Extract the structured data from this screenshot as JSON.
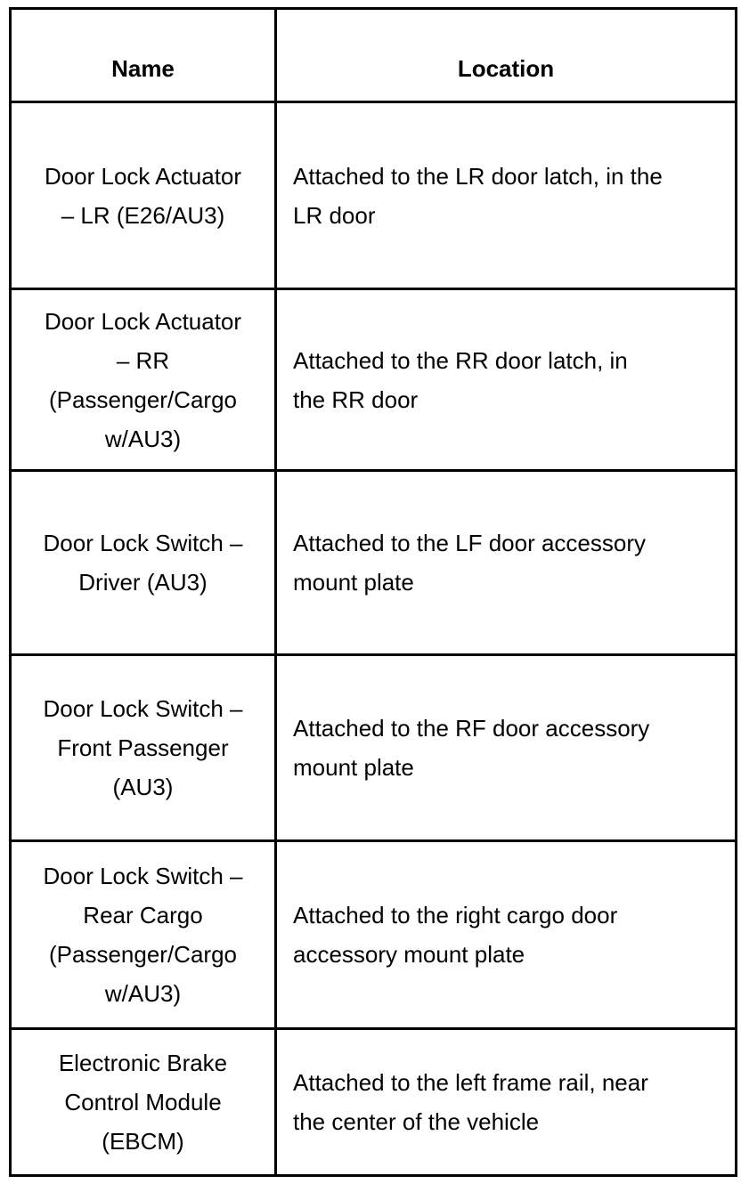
{
  "page": {
    "background_color": "#ffffff",
    "border_color": "#000000",
    "text_color": "#000000"
  },
  "table": {
    "headers": {
      "name": "Name",
      "location": "Location"
    },
    "rows": [
      {
        "name": "Door Lock Actuator\n– LR (E26/AU3)",
        "location": "Attached to the LR door latch, in the\nLR door"
      },
      {
        "name": "Door Lock Actuator\n– RR\n(Passenger/Cargo\nw/AU3)",
        "location": "Attached to the RR door latch, in\nthe RR door"
      },
      {
        "name": "Door Lock Switch –\nDriver (AU3)",
        "location": "Attached to the LF door accessory\nmount plate"
      },
      {
        "name": "Door Lock Switch –\nFront Passenger\n(AU3)",
        "location": "Attached to the RF door accessory\nmount plate"
      },
      {
        "name": "Door Lock Switch –\nRear Cargo\n(Passenger/Cargo\nw/AU3)",
        "location": "Attached to the right cargo door\naccessory mount plate"
      },
      {
        "name": "Electronic Brake\nControl Module\n(EBCM)",
        "location": "Attached to the left frame rail, near\nthe center of the vehicle"
      }
    ]
  }
}
